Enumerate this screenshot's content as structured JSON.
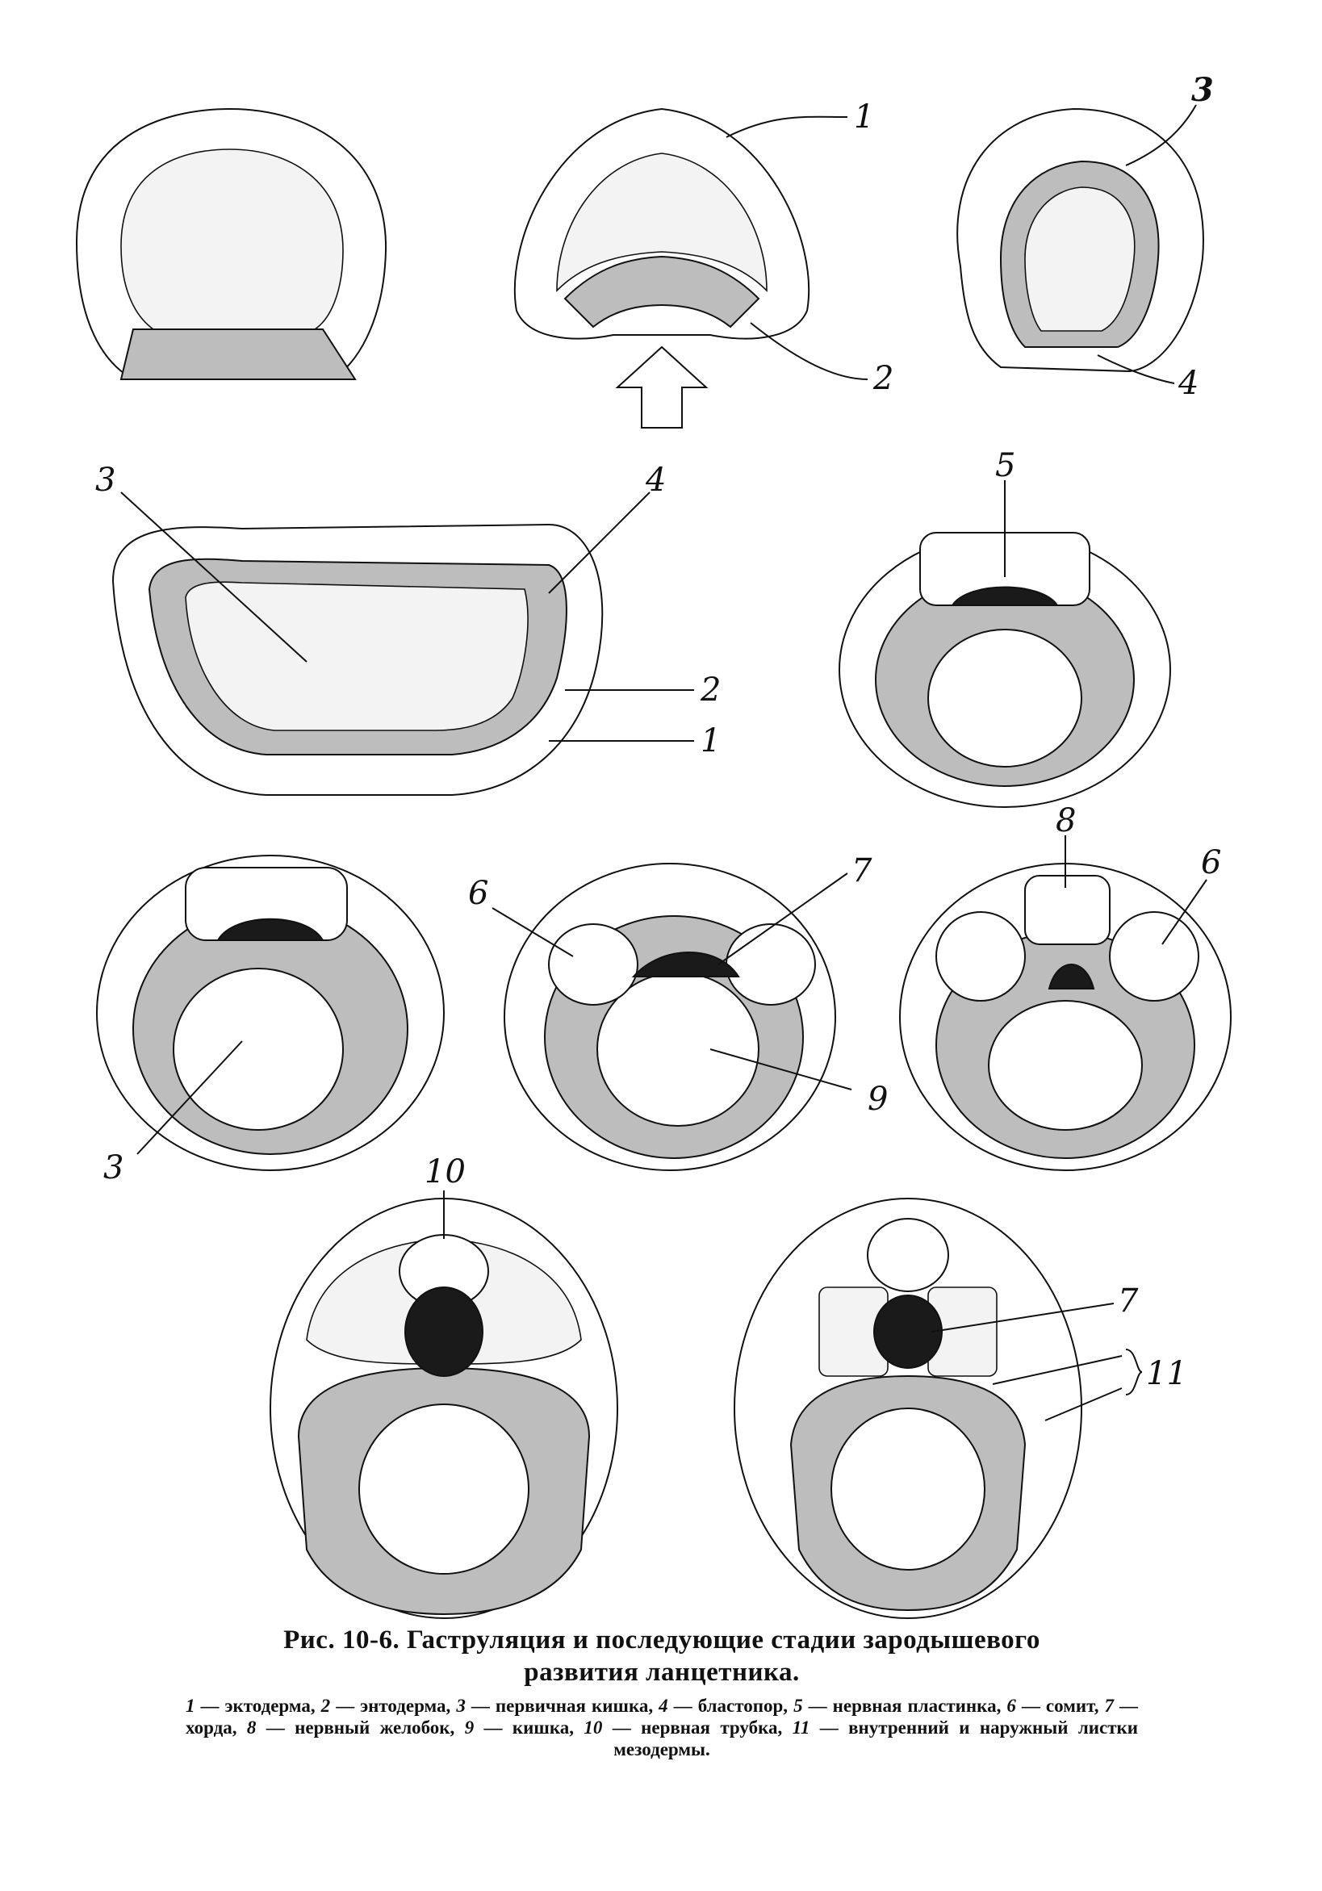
{
  "figure": {
    "panels": [
      {
        "id": "a",
        "labels": []
      },
      {
        "id": "b",
        "labels": [
          "1",
          "2"
        ]
      },
      {
        "id": "c",
        "labels": [
          "3",
          "4"
        ]
      },
      {
        "id": "d",
        "labels": [
          "3",
          "4",
          "2",
          "1"
        ]
      },
      {
        "id": "e",
        "labels": [
          "5"
        ]
      },
      {
        "id": "f",
        "labels": [
          "3"
        ]
      },
      {
        "id": "g",
        "labels": [
          "6",
          "7",
          "9"
        ]
      },
      {
        "id": "h",
        "labels": [
          "8",
          "6"
        ]
      },
      {
        "id": "i",
        "labels": [
          "10"
        ]
      },
      {
        "id": "j",
        "labels": [
          "7",
          "11"
        ]
      }
    ]
  },
  "caption": {
    "title_line1": "Рис. 10-6. Гаструляция и последующие стадии зародышевого",
    "title_line2": "развития ланцетника.",
    "legend": [
      {
        "num": "1",
        "text": " — эктодерма, "
      },
      {
        "num": "2",
        "text": " — энтодерма, "
      },
      {
        "num": "3",
        "text": " — первичная кишка, "
      },
      {
        "num": "4",
        "text": " — бластопор, "
      },
      {
        "num": "5",
        "text": " — нервная пластинка, "
      },
      {
        "num": "6",
        "text": " — сомит, "
      },
      {
        "num": "7",
        "text": " — хорда, "
      },
      {
        "num": "8",
        "text": " — нервный желобок, "
      },
      {
        "num": "9",
        "text": " — кишка, "
      },
      {
        "num": "10",
        "text": " — нервная трубка, "
      },
      {
        "num": "11",
        "text": " — внутренний и наружный листки мезодермы."
      }
    ]
  }
}
